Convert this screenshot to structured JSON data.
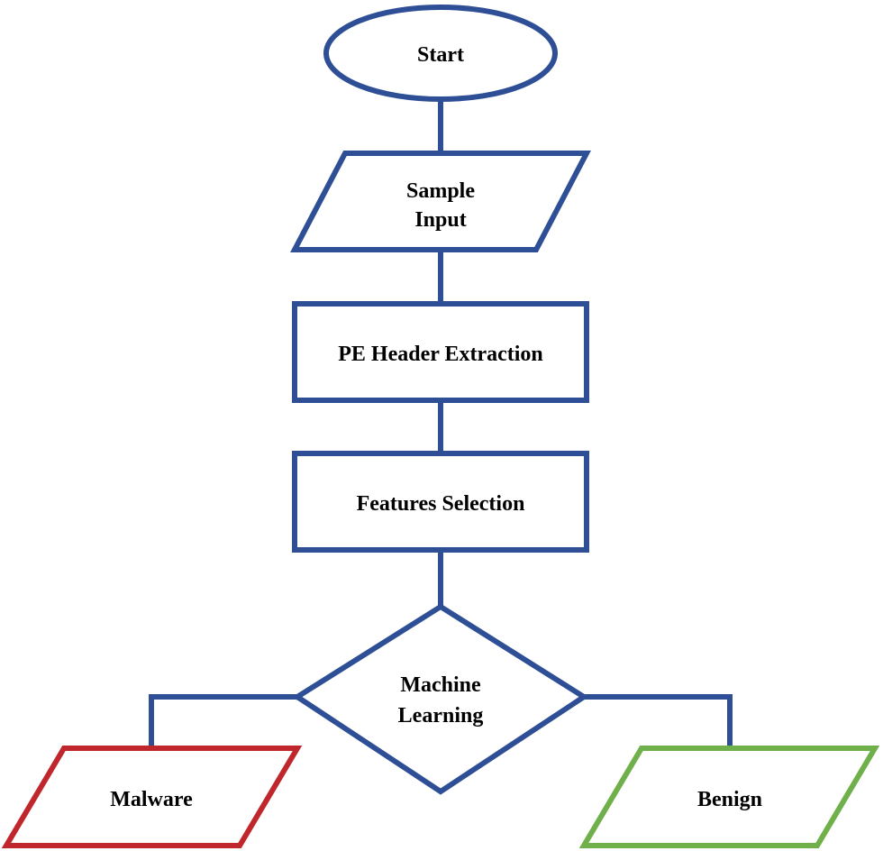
{
  "colors": {
    "primary_stroke": "#2e4f96",
    "malware_stroke": "#c0272d",
    "benign_stroke": "#6fb04b",
    "text": "#000000",
    "background": "#ffffff"
  },
  "nodes": {
    "start": {
      "shape": "terminator",
      "label": "Start"
    },
    "sample_input": {
      "shape": "parallelogram",
      "lines": [
        "Sample",
        "Input"
      ]
    },
    "pe_header_extraction": {
      "shape": "process",
      "label": "PE Header Extraction"
    },
    "features_selection": {
      "shape": "process",
      "label": "Features Selection"
    },
    "machine_learning": {
      "shape": "decision",
      "lines": [
        "Machine",
        "Learning"
      ]
    },
    "malware": {
      "shape": "parallelogram",
      "label": "Malware"
    },
    "benign": {
      "shape": "parallelogram",
      "label": "Benign"
    }
  },
  "edges": [
    {
      "from": "start",
      "to": "sample_input"
    },
    {
      "from": "sample_input",
      "to": "pe_header_extraction"
    },
    {
      "from": "pe_header_extraction",
      "to": "features_selection"
    },
    {
      "from": "features_selection",
      "to": "machine_learning"
    },
    {
      "from": "machine_learning",
      "to": "malware"
    },
    {
      "from": "machine_learning",
      "to": "benign"
    }
  ]
}
